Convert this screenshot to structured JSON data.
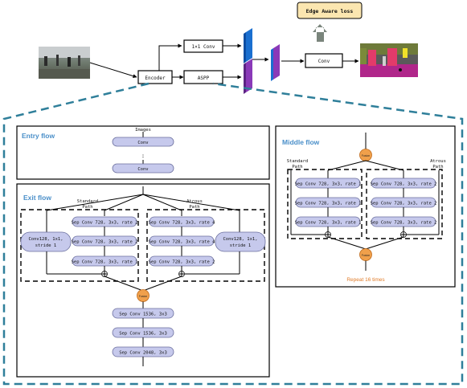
{
  "top": {
    "loss_label": "Edge Aware loss",
    "conv1x1": "1×1 Conv",
    "aspp": "ASPP",
    "encoder": "Encoder",
    "conv": "Conv"
  },
  "entry": {
    "title": "Entry flow",
    "images": "Images",
    "conv_top": "Conv",
    "dots": ":",
    "conv_bottom": "Conv"
  },
  "exit": {
    "title": "Exit flow",
    "standard_path": [
      "Standard",
      "Path"
    ],
    "atrous_path": [
      "Atrous",
      "Path"
    ],
    "left_conv": [
      "Conv128, 1x1,",
      "stride 1"
    ],
    "right_conv": [
      "Conv128, 1x1,",
      "stride 1"
    ],
    "standard_blocks": [
      "Sep Conv 728, 3x3, rate 2",
      "Sep Conv 728, 3x3, rate 2",
      "Sep Conv 728, 3x3, rate 1"
    ],
    "atrous_blocks": [
      "Sep Conv 728, 3x3, rate 4",
      "Sep Conv 728, 3x3, rate 4",
      "Sep Conv 728, 3x3, rate 2"
    ],
    "fusion": "Fusion",
    "tail_blocks": [
      "Sep Conv 1536, 3x3",
      "Sep Conv 1536, 3x3",
      "Sep Conv 2048, 3x3"
    ]
  },
  "middle": {
    "title": "Middle flow",
    "fusion_top": "Fusion",
    "standard_path": [
      "Standard",
      "Path"
    ],
    "atrous_path": [
      "Atrous",
      "Path"
    ],
    "standard_blocks": [
      "Sep Conv 728, 3x3, rate 1",
      "Sep Conv 728, 3x3, rate 1",
      "Sep Conv 728, 3x3, rate 1"
    ],
    "atrous_blocks": [
      "Sep Conv 728, 3x3, rate 2",
      "Sep Conv 728, 3x3, rate 2",
      "Sep Conv 728, 3x3, rate 2"
    ],
    "fusion_bottom": "Fusion",
    "repeat": "Repeat 16 times"
  },
  "colors": {
    "flow_title": "#4a8fc9",
    "fusion": "#f0a04b",
    "pill": "#c6c9ec",
    "dashed_outer": "#2f7f9a",
    "repeat_text": "#e07b28",
    "loss_box": "#fbe6b0"
  }
}
